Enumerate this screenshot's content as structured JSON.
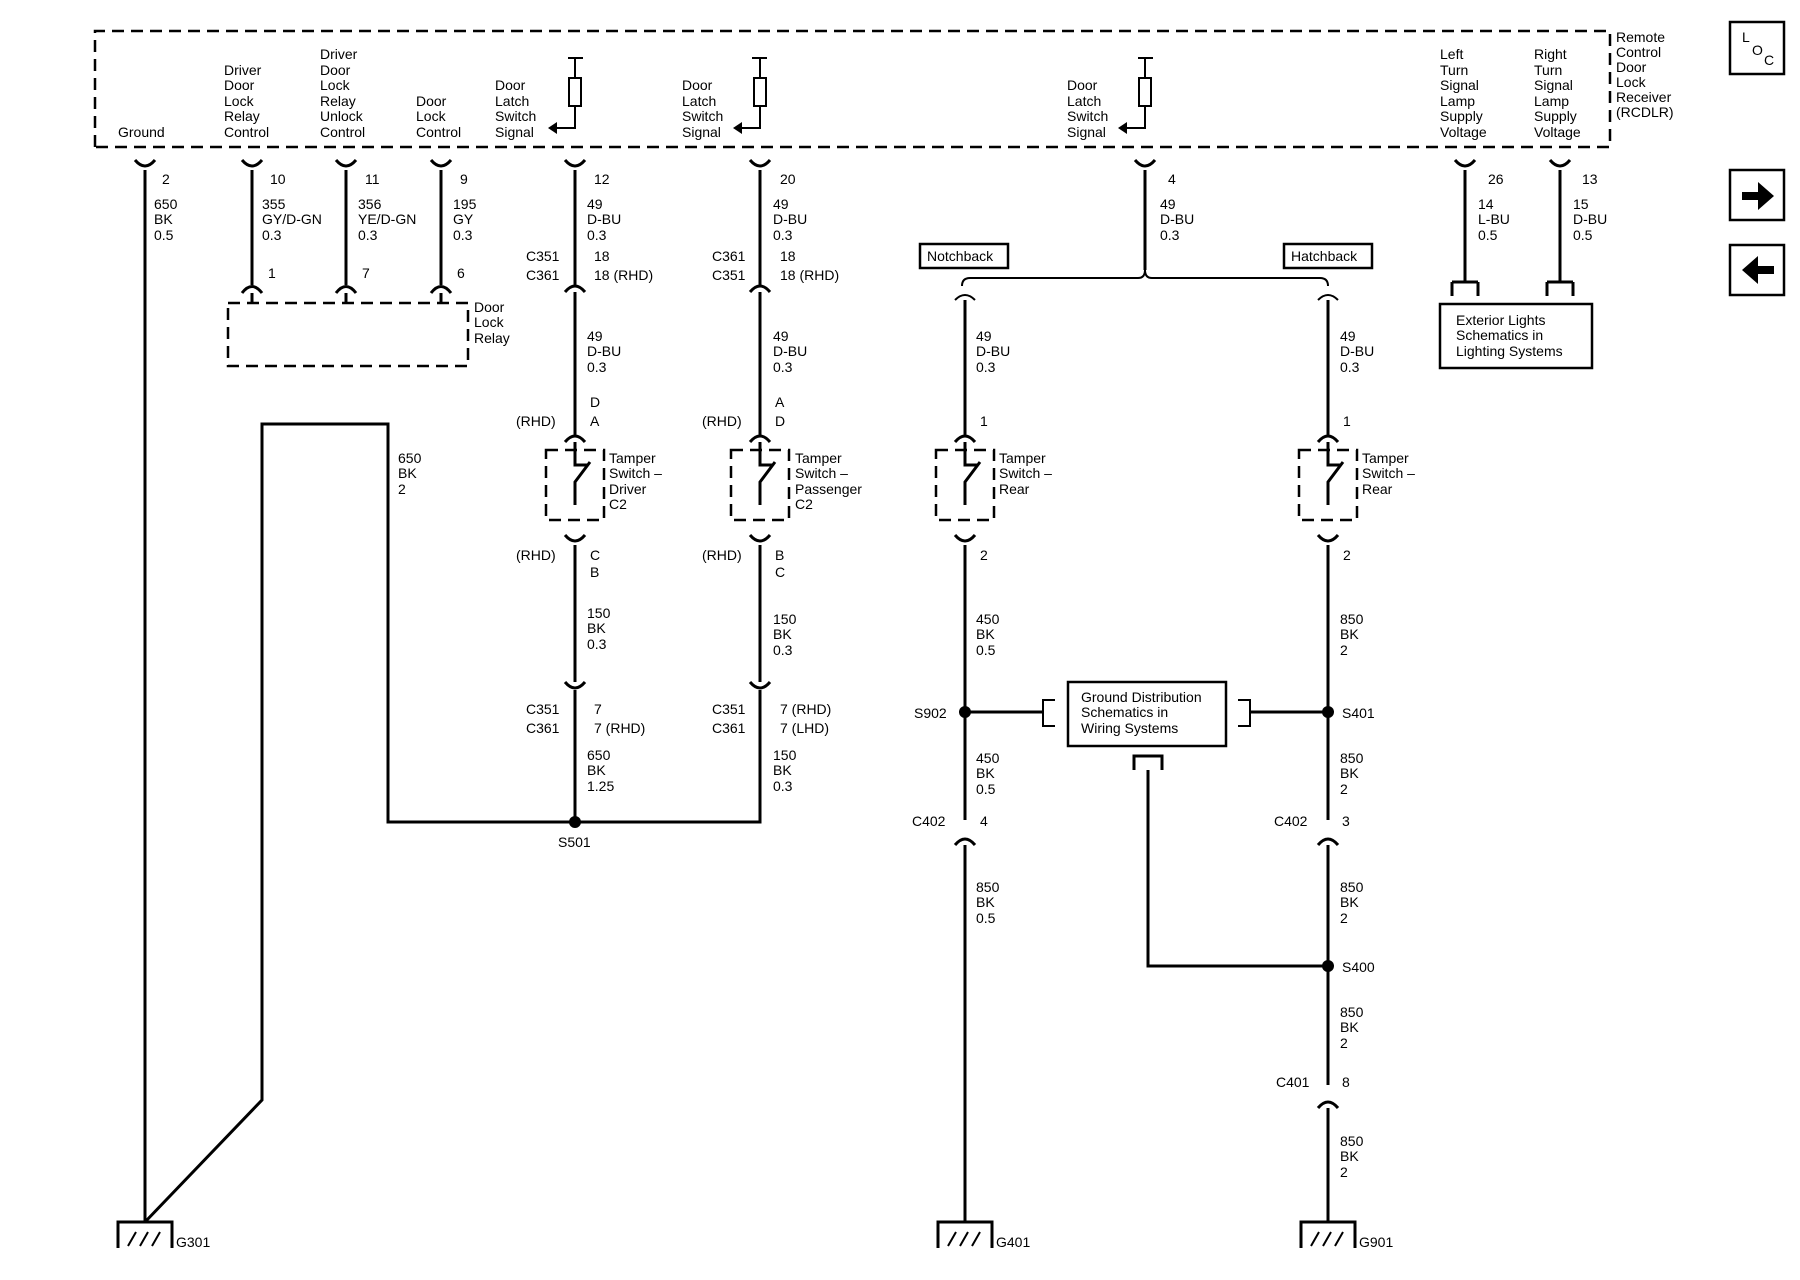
{
  "loc_icon": {
    "letters": [
      "L",
      "O",
      "C"
    ]
  },
  "nav": {
    "forward_icon": "arrow-right-icon",
    "back_icon": "arrow-left-icon"
  },
  "module": {
    "name_lines": [
      "Remote",
      "Control",
      "Door",
      "Lock",
      "Receiver",
      "(RCDLR)"
    ]
  },
  "pin_labels": {
    "ground": [
      "Ground"
    ],
    "driver_lock": [
      "Driver",
      "Door",
      "Lock",
      "Relay",
      "Control"
    ],
    "driver_unlock": [
      "Driver",
      "Door",
      "Lock",
      "Relay",
      "Unlock",
      "Control"
    ],
    "door_lock": [
      "Door",
      "Lock",
      "Control"
    ],
    "latch1": [
      "Door",
      "Latch",
      "Switch",
      "Signal"
    ],
    "latch2": [
      "Door",
      "Latch",
      "Switch",
      "Signal"
    ],
    "latch3": [
      "Door",
      "Latch",
      "Switch",
      "Signal"
    ],
    "left_turn": [
      "Left",
      "Turn",
      "Signal",
      "Lamp",
      "Supply",
      "Voltage"
    ],
    "right_turn": [
      "Right",
      "Turn",
      "Signal",
      "Lamp",
      "Supply",
      "Voltage"
    ]
  },
  "pins": {
    "ground": "2",
    "driver_lock": "10",
    "driver_unlock": "11",
    "door_lock": "9",
    "latch1": "12",
    "latch2": "20",
    "latch3": "4",
    "left_turn": "26",
    "right_turn": "13"
  },
  "wires": {
    "ground": [
      "650",
      "BK",
      "0.5"
    ],
    "driver_lock": [
      "355",
      "GY/D-GN",
      "0.3"
    ],
    "driver_unlock": [
      "356",
      "YE/D-GN",
      "0.3"
    ],
    "door_lock": [
      "195",
      "GY",
      "0.3"
    ],
    "latch1_top": [
      "49",
      "D-BU",
      "0.3"
    ],
    "latch2_top": [
      "49",
      "D-BU",
      "0.3"
    ],
    "latch3_top": [
      "49",
      "D-BU",
      "0.3"
    ],
    "left_turn": [
      "14",
      "L-BU",
      "0.5"
    ],
    "right_turn": [
      "15",
      "D-BU",
      "0.5"
    ],
    "ground_loop": [
      "650",
      "BK",
      "2"
    ],
    "latch1_mid": [
      "49",
      "D-BU",
      "0.3"
    ],
    "latch2_mid": [
      "49",
      "D-BU",
      "0.3"
    ],
    "notch_top": [
      "49",
      "D-BU",
      "0.3"
    ],
    "hatch_top": [
      "49",
      "D-BU",
      "0.3"
    ],
    "latch1_low": [
      "150",
      "BK",
      "0.3"
    ],
    "latch2_low": [
      "150",
      "BK",
      "0.3"
    ],
    "notch_low": [
      "450",
      "BK",
      "0.5"
    ],
    "hatch_low": [
      "850",
      "BK",
      "2"
    ],
    "latch1_bot": [
      "650",
      "BK",
      "1.25"
    ],
    "latch2_bot": [
      "150",
      "BK",
      "0.3"
    ],
    "notch_s902_below": [
      "450",
      "BK",
      "0.5"
    ],
    "hatch_s401_below": [
      "850",
      "BK",
      "2"
    ],
    "notch_bottom": [
      "850",
      "BK",
      "0.5"
    ],
    "hatch_c402_below": [
      "850",
      "BK",
      "2"
    ],
    "hatch_s400_below": [
      "850",
      "BK",
      "2"
    ],
    "hatch_bottom": [
      "850",
      "BK",
      "2"
    ]
  },
  "relay": {
    "name_lines": [
      "Door",
      "Lock",
      "Relay"
    ],
    "pins": [
      "1",
      "7",
      "6"
    ]
  },
  "connectors": {
    "l1_top_names": [
      "C351",
      "C361"
    ],
    "l1_top_pins": [
      "18",
      "18 (RHD)"
    ],
    "l2_top_names": [
      "C361",
      "C351"
    ],
    "l2_top_pins": [
      "18",
      "18 (RHD)"
    ],
    "l1_bot_names": [
      "C351",
      "C361"
    ],
    "l1_bot_pins": [
      "7",
      "7 (RHD)"
    ],
    "l2_bot_names": [
      "C351",
      "C361"
    ],
    "l2_bot_pins": [
      "7 (RHD)",
      "7 (LHD)"
    ],
    "c402_name": "C402",
    "c402_notch_pin": "4",
    "c402_hatch_pin": "3",
    "c401_name": "C401",
    "c401_pin": "8"
  },
  "tamper": {
    "driver": {
      "name_lines": [
        "Tamper",
        "Switch –",
        "Driver",
        "C2"
      ],
      "top_pins": [
        "D",
        "A"
      ],
      "bot_pins": [
        "C",
        "B"
      ],
      "rhd": "(RHD)"
    },
    "passenger": {
      "name_lines": [
        "Tamper",
        "Switch –",
        "Passenger",
        "C2"
      ],
      "top_pins": [
        "A",
        "D"
      ],
      "bot_pins": [
        "B",
        "C"
      ],
      "rhd": "(RHD)"
    },
    "rear_notch": {
      "name_lines": [
        "Tamper",
        "Switch –",
        "Rear"
      ],
      "top_pin": "1",
      "bot_pin": "2"
    },
    "rear_hatch": {
      "name_lines": [
        "Tamper",
        "Switch –",
        "Rear"
      ],
      "top_pin": "1",
      "bot_pin": "2"
    }
  },
  "options": {
    "notchback": "Notchback",
    "hatchback": "Hatchback"
  },
  "ref_boxes": {
    "exterior_lights": [
      "Exterior Lights",
      "Schematics in",
      "Lighting Systems"
    ],
    "ground_dist": [
      "Ground Distribution",
      "Schematics in",
      "Wiring Systems"
    ]
  },
  "splices": {
    "s501": "S501",
    "s902": "S902",
    "s401": "S401",
    "s400": "S400"
  },
  "grounds": {
    "g301": "G301",
    "g401": "G401",
    "g901": "G901"
  }
}
